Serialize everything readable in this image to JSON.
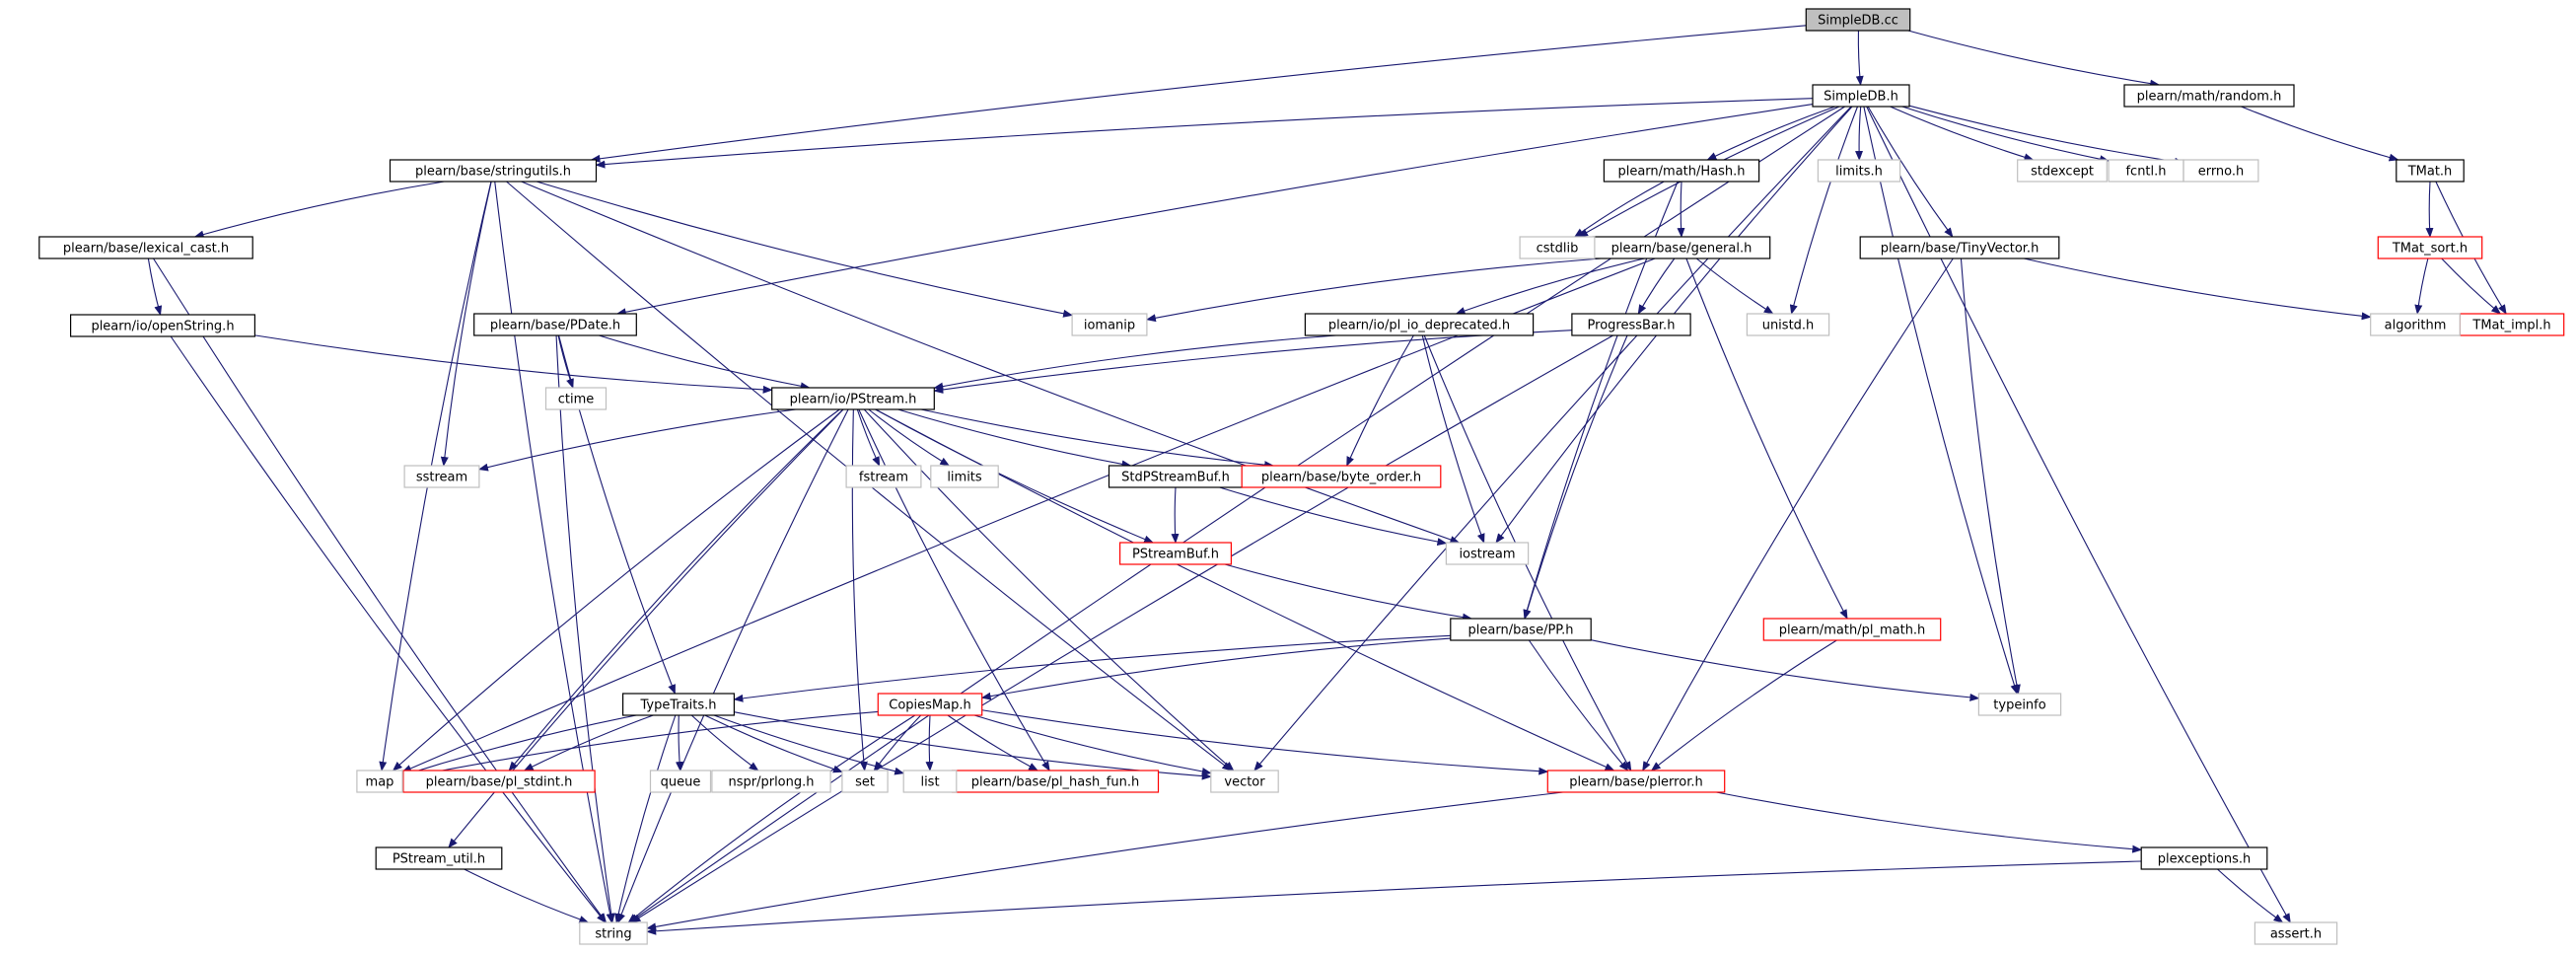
{
  "graph": {
    "nodes": [
      {
        "id": "simpledb_cc",
        "label": "SimpleDB.cc",
        "kind": "root"
      },
      {
        "id": "simpledb_h",
        "label": "SimpleDB.h",
        "kind": "normal"
      },
      {
        "id": "random_h",
        "label": "plearn/math/random.h",
        "kind": "normal"
      },
      {
        "id": "stringutils_h",
        "label": "plearn/base/stringutils.h",
        "kind": "normal"
      },
      {
        "id": "lexical_cast_h",
        "label": "plearn/base/lexical_cast.h",
        "kind": "normal"
      },
      {
        "id": "openString_h",
        "label": "plearn/io/openString.h",
        "kind": "normal"
      },
      {
        "id": "pdate_h",
        "label": "plearn/base/PDate.h",
        "kind": "normal"
      },
      {
        "id": "hash_h",
        "label": "plearn/math/Hash.h",
        "kind": "normal"
      },
      {
        "id": "general_h",
        "label": "plearn/base/general.h",
        "kind": "normal"
      },
      {
        "id": "pl_io_deprecated_h",
        "label": "plearn/io/pl_io_deprecated.h",
        "kind": "normal"
      },
      {
        "id": "progressbar_h",
        "label": "ProgressBar.h",
        "kind": "normal"
      },
      {
        "id": "tinyvector_h",
        "label": "plearn/base/TinyVector.h",
        "kind": "normal"
      },
      {
        "id": "tmat_h",
        "label": "TMat.h",
        "kind": "normal"
      },
      {
        "id": "tmat_sort_h",
        "label": "TMat_sort.h",
        "kind": "truncated"
      },
      {
        "id": "tmat_impl_h",
        "label": "TMat_impl.h",
        "kind": "truncated"
      },
      {
        "id": "pstream_h",
        "label": "plearn/io/PStream.h",
        "kind": "normal"
      },
      {
        "id": "stdpstreambuf_h",
        "label": "StdPStreamBuf.h",
        "kind": "normal"
      },
      {
        "id": "byte_order_h",
        "label": "plearn/base/byte_order.h",
        "kind": "truncated"
      },
      {
        "id": "pstreambuf_h",
        "label": "PStreamBuf.h",
        "kind": "truncated"
      },
      {
        "id": "pp_h",
        "label": "plearn/base/PP.h",
        "kind": "normal"
      },
      {
        "id": "pl_math_h",
        "label": "plearn/math/pl_math.h",
        "kind": "truncated"
      },
      {
        "id": "typetraits_h",
        "label": "TypeTraits.h",
        "kind": "normal"
      },
      {
        "id": "copiesmap_h",
        "label": "CopiesMap.h",
        "kind": "truncated"
      },
      {
        "id": "pl_stdint_h",
        "label": "plearn/base/pl_stdint.h",
        "kind": "truncated"
      },
      {
        "id": "pl_hash_fun_h",
        "label": "plearn/base/pl_hash_fun.h",
        "kind": "truncated"
      },
      {
        "id": "plerror_h",
        "label": "plearn/base/plerror.h",
        "kind": "truncated"
      },
      {
        "id": "plexceptions_h",
        "label": "plexceptions.h",
        "kind": "normal"
      },
      {
        "id": "pstream_util_h",
        "label": "PStream_util.h",
        "kind": "normal"
      },
      {
        "id": "string",
        "label": "string",
        "kind": "system"
      },
      {
        "id": "assert_h",
        "label": "assert.h",
        "kind": "system"
      },
      {
        "id": "map",
        "label": "map",
        "kind": "system"
      },
      {
        "id": "sstream",
        "label": "sstream",
        "kind": "system"
      },
      {
        "id": "ctime",
        "label": "ctime",
        "kind": "system"
      },
      {
        "id": "iomanip",
        "label": "iomanip",
        "kind": "system"
      },
      {
        "id": "cstdlib",
        "label": "cstdlib",
        "kind": "system"
      },
      {
        "id": "limits_h",
        "label": "limits.h",
        "kind": "system"
      },
      {
        "id": "stdexcept",
        "label": "stdexcept",
        "kind": "system"
      },
      {
        "id": "fcntl_h",
        "label": "fcntl.h",
        "kind": "system"
      },
      {
        "id": "errno_h",
        "label": "errno.h",
        "kind": "system"
      },
      {
        "id": "unistd_h",
        "label": "unistd.h",
        "kind": "system"
      },
      {
        "id": "algorithm",
        "label": "algorithm",
        "kind": "system"
      },
      {
        "id": "fstream",
        "label": "fstream",
        "kind": "system"
      },
      {
        "id": "limits",
        "label": "limits",
        "kind": "system"
      },
      {
        "id": "iostream",
        "label": "iostream",
        "kind": "system"
      },
      {
        "id": "typeinfo",
        "label": "typeinfo",
        "kind": "system"
      },
      {
        "id": "queue",
        "label": "queue",
        "kind": "system"
      },
      {
        "id": "nspr_prlong_h",
        "label": "nspr/prlong.h",
        "kind": "system"
      },
      {
        "id": "set",
        "label": "set",
        "kind": "system"
      },
      {
        "id": "list",
        "label": "list",
        "kind": "system"
      },
      {
        "id": "vector",
        "label": "vector",
        "kind": "system"
      }
    ],
    "edges": [
      [
        "simpledb_cc",
        "simpledb_h"
      ],
      [
        "simpledb_cc",
        "stringutils_h"
      ],
      [
        "simpledb_cc",
        "random_h"
      ],
      [
        "simpledb_h",
        "stringutils_h"
      ],
      [
        "simpledb_h",
        "pdate_h"
      ],
      [
        "simpledb_h",
        "hash_h"
      ],
      [
        "simpledb_h",
        "cstdlib"
      ],
      [
        "simpledb_h",
        "limits_h"
      ],
      [
        "simpledb_h",
        "tinyvector_h"
      ],
      [
        "simpledb_h",
        "stdexcept"
      ],
      [
        "simpledb_h",
        "fcntl_h"
      ],
      [
        "simpledb_h",
        "errno_h"
      ],
      [
        "simpledb_h",
        "unistd_h"
      ],
      [
        "simpledb_h",
        "assert_h"
      ],
      [
        "simpledb_h",
        "string"
      ],
      [
        "simpledb_h",
        "typeinfo"
      ],
      [
        "simpledb_h",
        "iostream"
      ],
      [
        "simpledb_h",
        "vector"
      ],
      [
        "random_h",
        "tmat_h"
      ],
      [
        "tmat_h",
        "tmat_sort_h"
      ],
      [
        "tmat_h",
        "tmat_impl_h"
      ],
      [
        "tmat_sort_h",
        "algorithm"
      ],
      [
        "tmat_sort_h",
        "tmat_impl_h"
      ],
      [
        "stringutils_h",
        "lexical_cast_h"
      ],
      [
        "stringutils_h",
        "string"
      ],
      [
        "stringutils_h",
        "map"
      ],
      [
        "stringutils_h",
        "sstream"
      ],
      [
        "stringutils_h",
        "iomanip"
      ],
      [
        "stringutils_h",
        "iostream"
      ],
      [
        "stringutils_h",
        "vector"
      ],
      [
        "lexical_cast_h",
        "openString_h"
      ],
      [
        "lexical_cast_h",
        "string"
      ],
      [
        "openString_h",
        "pstream_h"
      ],
      [
        "openString_h",
        "string"
      ],
      [
        "pdate_h",
        "ctime"
      ],
      [
        "pdate_h",
        "pstream_h"
      ],
      [
        "pdate_h",
        "typetraits_h"
      ],
      [
        "pdate_h",
        "string"
      ],
      [
        "hash_h",
        "cstdlib"
      ],
      [
        "hash_h",
        "general_h"
      ],
      [
        "hash_h",
        "pp_h"
      ],
      [
        "general_h",
        "iomanip"
      ],
      [
        "general_h",
        "pl_io_deprecated_h"
      ],
      [
        "general_h",
        "progressbar_h"
      ],
      [
        "general_h",
        "unistd_h"
      ],
      [
        "general_h",
        "pl_math_h"
      ],
      [
        "general_h",
        "map"
      ],
      [
        "pl_io_deprecated_h",
        "pstream_h"
      ],
      [
        "pl_io_deprecated_h",
        "byte_order_h"
      ],
      [
        "pl_io_deprecated_h",
        "iostream"
      ],
      [
        "pl_io_deprecated_h",
        "plerror_h"
      ],
      [
        "progressbar_h",
        "pstream_h"
      ],
      [
        "progressbar_h",
        "pp_h"
      ],
      [
        "progressbar_h",
        "string"
      ],
      [
        "tinyvector_h",
        "algorithm"
      ],
      [
        "tinyvector_h",
        "typeinfo"
      ],
      [
        "tinyvector_h",
        "plerror_h"
      ],
      [
        "pstream_h",
        "sstream"
      ],
      [
        "pstream_h",
        "fstream"
      ],
      [
        "pstream_h",
        "limits"
      ],
      [
        "pstream_h",
        "stdpstreambuf_h"
      ],
      [
        "pstream_h",
        "byte_order_h"
      ],
      [
        "pstream_h",
        "pstreambuf_h"
      ],
      [
        "pstream_h",
        "plerror_h"
      ],
      [
        "pstream_h",
        "map"
      ],
      [
        "pstream_h",
        "pl_stdint_h"
      ],
      [
        "pstream_h",
        "set"
      ],
      [
        "pstream_h",
        "pl_hash_fun_h"
      ],
      [
        "pstream_h",
        "vector"
      ],
      [
        "pstream_h",
        "pstream_util_h"
      ],
      [
        "pstream_h",
        "string"
      ],
      [
        "stdpstreambuf_h",
        "pstreambuf_h"
      ],
      [
        "stdpstreambuf_h",
        "iostream"
      ],
      [
        "pstreambuf_h",
        "pp_h"
      ],
      [
        "pp_h",
        "typetraits_h"
      ],
      [
        "pp_h",
        "copiesmap_h"
      ],
      [
        "pp_h",
        "typeinfo"
      ],
      [
        "pp_h",
        "plerror_h"
      ],
      [
        "pl_math_h",
        "plerror_h"
      ],
      [
        "typetraits_h",
        "map"
      ],
      [
        "typetraits_h",
        "pl_stdint_h"
      ],
      [
        "typetraits_h",
        "queue"
      ],
      [
        "typetraits_h",
        "nspr_prlong_h"
      ],
      [
        "typetraits_h",
        "set"
      ],
      [
        "typetraits_h",
        "list"
      ],
      [
        "typetraits_h",
        "vector"
      ],
      [
        "typetraits_h",
        "string"
      ],
      [
        "copiesmap_h",
        "map"
      ],
      [
        "copiesmap_h",
        "set"
      ],
      [
        "copiesmap_h",
        "list"
      ],
      [
        "copiesmap_h",
        "pl_hash_fun_h"
      ],
      [
        "copiesmap_h",
        "vector"
      ],
      [
        "copiesmap_h",
        "plerror_h"
      ],
      [
        "copiesmap_h",
        "string"
      ],
      [
        "plerror_h",
        "string"
      ],
      [
        "plerror_h",
        "plexceptions_h"
      ],
      [
        "plexceptions_h",
        "string"
      ],
      [
        "plexceptions_h",
        "assert_h"
      ],
      [
        "pstream_util_h",
        "string"
      ]
    ]
  },
  "colors": {
    "edge": "#191970",
    "node_border": "#000000",
    "root_fill": "#bfbfbf",
    "truncated_border": "#ff0000",
    "system_border": "#bfbfbf",
    "text": "#000000",
    "background": "#ffffff"
  }
}
